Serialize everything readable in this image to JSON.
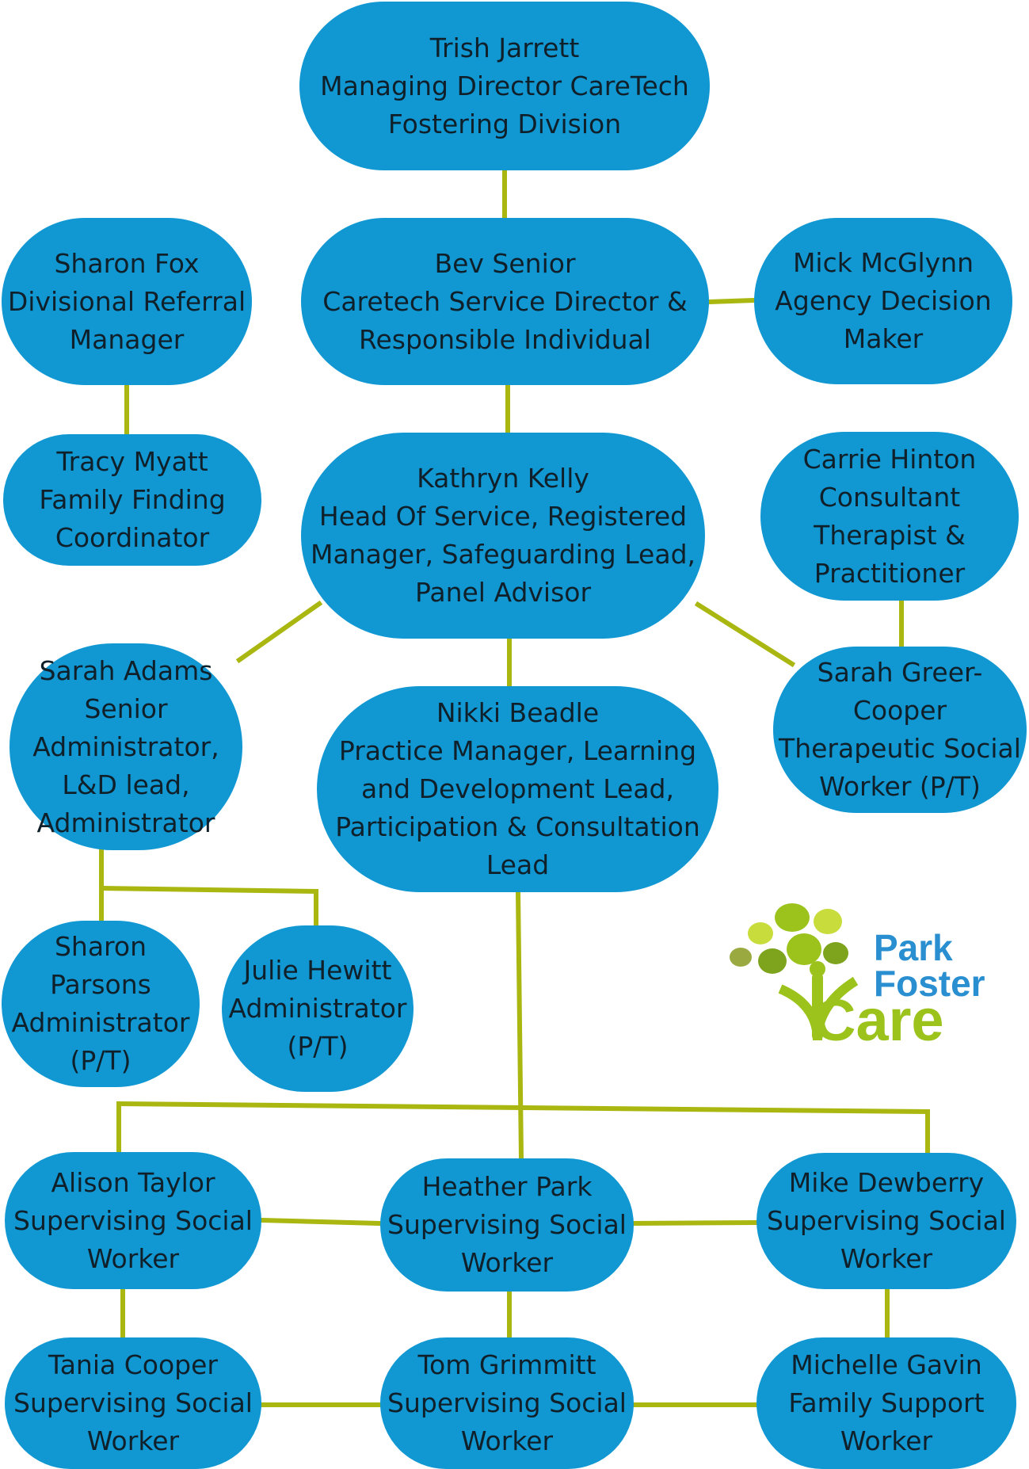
{
  "colors": {
    "node_fill": "#1198d3",
    "connector": "#a9b710",
    "text": "#10202a",
    "logo_green": "#9bc31c",
    "logo_blue": "#2a8fd0"
  },
  "nodes": {
    "trish": [
      "Trish Jarrett",
      "Managing Director CareTech",
      "Fostering Division"
    ],
    "bev": [
      "Bev Senior",
      "Caretech Service Director &",
      "Responsible Individual"
    ],
    "sharon_fox": [
      "Sharon Fox",
      "Divisional Referral",
      "Manager"
    ],
    "mick": [
      "Mick McGlynn",
      "Agency Decision",
      "Maker"
    ],
    "tracy": [
      "Tracy Myatt",
      "Family Finding",
      "Coordinator"
    ],
    "kathryn": [
      "Kathryn Kelly",
      "Head Of Service, Registered",
      "Manager, Safeguarding Lead,",
      "Panel Advisor"
    ],
    "carrie": [
      "Carrie Hinton",
      "Consultant",
      "Therapist &",
      "Practitioner"
    ],
    "sarah_adams": [
      "Sarah Adams",
      "Senior",
      "Administrator,",
      "L&D lead,",
      "Administrator"
    ],
    "nikki": [
      "Nikki Beadle",
      "Practice Manager, Learning",
      "and Development Lead,",
      "Participation & Consultation",
      "Lead"
    ],
    "sarah_greer": [
      "Sarah Greer-",
      "Cooper",
      "Therapeutic Social",
      "Worker (P/T)"
    ],
    "sharon_parsons": [
      "Sharon",
      "Parsons",
      "Administrator",
      "(P/T)"
    ],
    "julie": [
      "Julie Hewitt",
      "Administrator",
      "(P/T)"
    ],
    "alison": [
      "Alison Taylor",
      "Supervising Social",
      "Worker"
    ],
    "heather": [
      "Heather Park",
      "Supervising Social",
      "Worker"
    ],
    "mike": [
      "Mike Dewberry",
      "Supervising Social",
      "Worker"
    ],
    "tania": [
      "Tania Cooper",
      "Supervising Social",
      "Worker"
    ],
    "tom": [
      "Tom Grimmitt",
      "Supervising Social",
      "Worker"
    ],
    "michelle": [
      "Michelle Gavin",
      "Family Support",
      "Worker"
    ]
  },
  "logo": {
    "line1": "Park",
    "line2": "Foster",
    "line3": "Care"
  }
}
